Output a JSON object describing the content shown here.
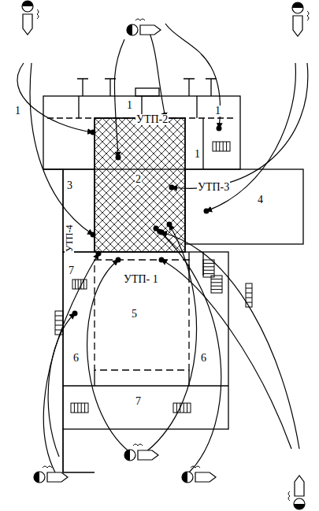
{
  "diagram": {
    "labels": [
      "1",
      "1",
      "УТП-2",
      "1",
      "1",
      "2",
      "3",
      "УТП-3",
      "4",
      "УТП-4",
      "7",
      "УТП- 1",
      "5",
      "6",
      "6",
      "7"
    ]
  }
}
